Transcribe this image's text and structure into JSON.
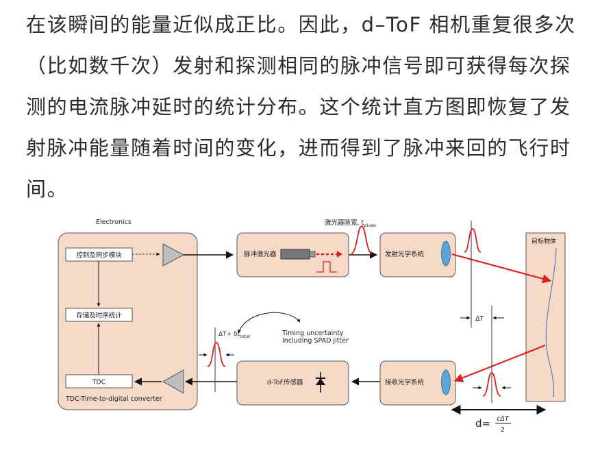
{
  "paragraph": {
    "lines": [
      "在该瞬间的能量近似成正比。因此，d–ToF 相机重复很多次",
      "（比如数千次）发射和探测相同的脉冲信号即可获得每次探",
      "测的电流脉冲延时的统计分布。这个统计直方图即恢复了发",
      "射脉冲能量随着时间的变化，进而得到了脉冲来回的飞行时",
      "间。"
    ]
  },
  "diagram": {
    "electronics_label": "Electronics",
    "control_sync": "控制及同步模块",
    "storage_stats": "存储及时序统计",
    "tdc": "TDC",
    "tdc_caption": "TDC-Time-to-digital converter",
    "pulse_laser": "脉冲激光器",
    "pulse_width_label": "激光器脉宽, t",
    "pulse_width_sub": "pluse",
    "emit_optics": "发射光学系统",
    "target": "目标物体",
    "receive_optics": "接收光学系统",
    "sensor": "d-ToF传感器",
    "delta_t": "ΔT",
    "delta_t_total_prefix": "ΔT+ δt",
    "delta_t_total_sub": "total",
    "timing_line1": "Timing uncertainty",
    "timing_line2": "Including SPAD jitter",
    "distance_prefix": "d=",
    "distance_numerator": "cΔT",
    "distance_denominator": "2"
  },
  "colors": {
    "box_fill": "#f7d9c8",
    "beam_red": "#e02020",
    "lens_blue": "#5aa6d6"
  }
}
